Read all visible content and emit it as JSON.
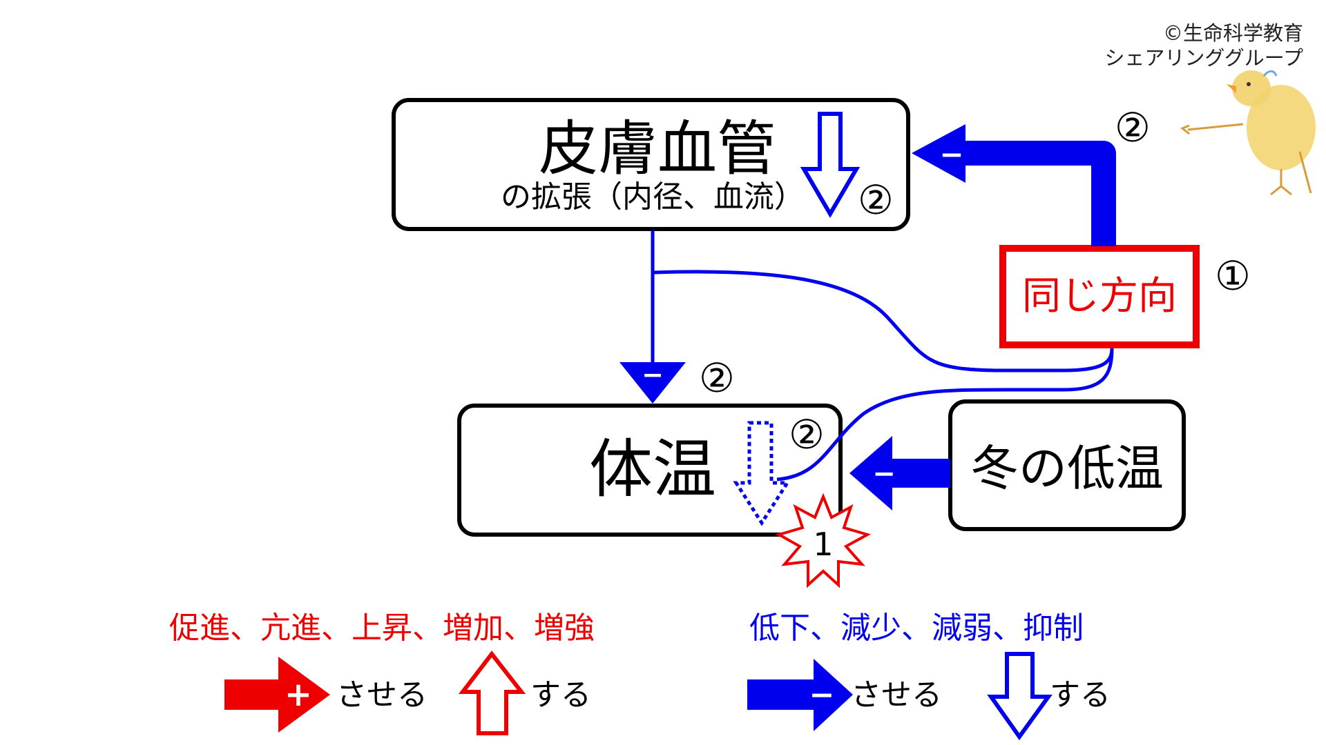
{
  "copyright": {
    "line1": "©生命科学教育",
    "line2": "シェアリンググループ"
  },
  "nodes": {
    "skin_vessel": {
      "title": "皮膚血管",
      "subtitle": "の拡張（内径、血流）"
    },
    "body_temp": {
      "title": "体温"
    },
    "winter_cold": {
      "title": "冬の低温"
    },
    "same_direction": {
      "title": "同じ方向"
    }
  },
  "markers": {
    "step_1": "①",
    "step_2": "②",
    "burst_number": "1"
  },
  "signs": {
    "minus": "−",
    "plus": "+"
  },
  "legend": {
    "increase_terms": "促進、亢進、上昇、増加、増強",
    "decrease_terms": "低下、減少、減弱、抑制",
    "causes_label": "させる",
    "does_label": "する"
  },
  "colors": {
    "red": "#ee0000",
    "blue": "#0000ee",
    "black": "#000000",
    "chick_yellow": "#f2d26a",
    "chick_orange": "#f0a030"
  }
}
